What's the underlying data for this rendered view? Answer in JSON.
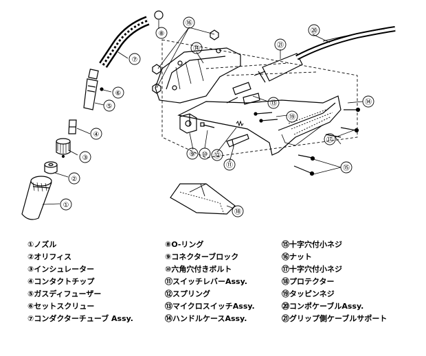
{
  "callouts": [
    "①",
    "②",
    "③",
    "④",
    "⑤",
    "⑥",
    "⑦",
    "⑧",
    "⑨",
    "⑩",
    "⑪",
    "⑫",
    "⑬",
    "⑭",
    "⑮",
    "⑯",
    "⑰",
    "⑱",
    "⑲",
    "⑳",
    "㉑"
  ],
  "legend": {
    "col1": [
      "①ノズル",
      "②オリフィス",
      "③インシュレーター",
      "④コンタクトチップ",
      "⑤ガスディフューザー",
      "⑥セットスクリュー",
      "⑦コンダクターチューブ Assy."
    ],
    "col2": [
      "⑧O-リング",
      "⑨コネクターブロック",
      "⑩六角穴付きボルト",
      "⑪スイッチレバーAssy.",
      "⑫スプリング",
      "⑬マイクロスイッチAssy.",
      "⑭ハンドルケースAssy."
    ],
    "col3": [
      "⑮十字穴付小ネジ",
      "⑯ナット",
      "⑰十字穴付小ネジ",
      "⑱プロテクター",
      "⑲タッピンネジ",
      "⑳コンポケーブルAssy.",
      "㉑グリップ側ケーブルサポート"
    ]
  }
}
